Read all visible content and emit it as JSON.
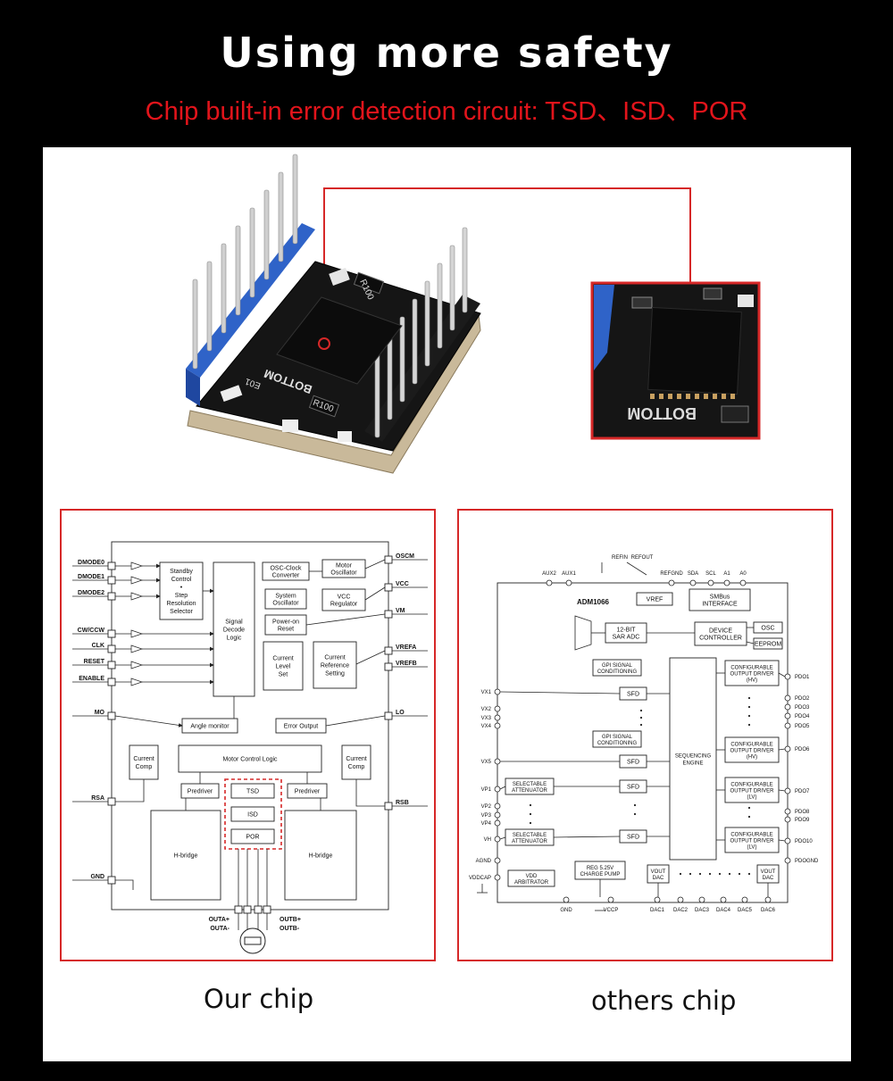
{
  "header": {
    "title": "Using more safety",
    "subtitle": "Chip built-in error detection circuit: TSD、ISD、POR"
  },
  "photo": {
    "silk_bottom": "BOTTOM",
    "silk_r1": "R100",
    "silk_r2": "R100",
    "silk_e": "E01",
    "zoom_bottom": "BOTTOM"
  },
  "our_chip": {
    "caption": "Our chip",
    "left_pins": [
      "DMODE0",
      "DMODE1",
      "DMODE2",
      "CW/CCW",
      "CLK",
      "RESET",
      "ENABLE",
      "MO",
      "RSA",
      "GND"
    ],
    "right_pins": [
      "OSCM",
      "VCC",
      "VM",
      "VREFA",
      "VREFB",
      "LO",
      "RSB"
    ],
    "blocks": {
      "standby": [
        "Standby",
        "Control",
        "•",
        "Step",
        "Resolution",
        "Selector"
      ],
      "signal_decode": [
        "Signal",
        "Decode",
        "Logic"
      ],
      "osc_clock": [
        "OSC-Clock",
        "Converter"
      ],
      "motor_osc": [
        "Motor",
        "Oscillator"
      ],
      "system_osc": [
        "System",
        "Oscillator"
      ],
      "vcc_reg": [
        "VCC",
        "Regulator"
      ],
      "power_on": [
        "Power-on",
        "Reset"
      ],
      "current_level": [
        "Current",
        "Level",
        "Set"
      ],
      "current_ref": [
        "Current",
        "Reference",
        "Setting"
      ],
      "angle_monitor": "Angle monitor",
      "error_output": "Error Output",
      "current_comp_l": [
        "Current",
        "Comp"
      ],
      "current_comp_r": [
        "Current",
        "Comp"
      ],
      "motor_control": "Motor Control Logic",
      "predriver_l": "Predriver",
      "predriver_r": "Predriver",
      "tsd": "TSD",
      "isd": "ISD",
      "por": "POR",
      "hbridge_l": "H-bridge",
      "hbridge_r": "H-bridge"
    },
    "out_left": [
      "OUTA+",
      "OUTA-"
    ],
    "out_right": [
      "OUTB+",
      "OUTB-"
    ]
  },
  "others_chip": {
    "caption": "others chip",
    "chip_name": "ADM1066",
    "top_labels": [
      "REFIN",
      "REFOUT",
      "AUX2",
      "AUX1",
      "REFGND",
      "SDA",
      "SCL",
      "A1",
      "A0"
    ],
    "left_pins": [
      "VX1",
      "VX2",
      "VX3",
      "VX4",
      "VX5",
      "VP1",
      "VP2",
      "VP3",
      "VP4",
      "VH",
      "AGND",
      "VDDCAP"
    ],
    "right_pins": [
      "PDO1",
      "PDO2",
      "PDO3",
      "PDO4",
      "PDO5",
      "PDO6",
      "PDO7",
      "PDO8",
      "PDO9",
      "PDO10",
      "PDOGND"
    ],
    "bottom_pins": [
      "GND",
      "VCCP",
      "DAC1",
      "DAC2",
      "DAC3",
      "DAC4",
      "DAC5",
      "DAC6"
    ],
    "blocks": {
      "vref": "VREF",
      "smbus": [
        "SMBus",
        "INTERFACE"
      ],
      "adc": [
        "12-BIT",
        "SAR ADC"
      ],
      "device_ctrl": [
        "DEVICE",
        "CONTROLLER"
      ],
      "osc": "OSC",
      "eeprom": "EEPROM",
      "gpi": [
        "GPI SIGNAL",
        "CONDITIONING"
      ],
      "sfd": "SFD",
      "attenuator": [
        "SELECTABLE",
        "ATTENUATOR"
      ],
      "seq_engine": [
        "SEQUENCING",
        "ENGINE"
      ],
      "cfg_hv": [
        "CONFIGURABLE",
        "OUTPUT DRIVER",
        "(HV)"
      ],
      "cfg_lv": [
        "CONFIGURABLE",
        "OUTPUT DRIVER",
        "(LV)"
      ],
      "vdd_arb": [
        "VDD",
        "ARBITRATOR"
      ],
      "reg": [
        "REG 5.25V",
        "CHARGE PUMP"
      ],
      "vout_dac": [
        "VOUT",
        "DAC"
      ]
    }
  },
  "colors": {
    "accent_red": "#e2141b",
    "frame_red": "#d62828",
    "pcb_black": "#111111",
    "header_blue": "#2f63c8"
  }
}
